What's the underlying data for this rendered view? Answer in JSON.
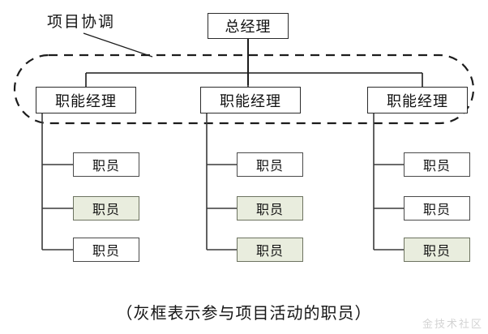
{
  "diagram": {
    "title_text": "项目协调",
    "caption": "（灰框表示参与项目活动的职员）",
    "watermark": "金技术社区",
    "colors": {
      "line": "#2b2b2b",
      "box_border": "#4a4a4a",
      "highlight_fill": "#e9edde",
      "highlight_border": "#6d7360",
      "background": "#ffffff"
    },
    "enclosure": {
      "name": "project-coordination-boundary",
      "style": "dashed-rounded-ellipse",
      "label": "项目协调"
    },
    "top_node": {
      "label": "总经理"
    },
    "columns": [
      {
        "manager": "职能经理",
        "staff": [
          {
            "label": "职员",
            "highlighted": false
          },
          {
            "label": "职员",
            "highlighted": true
          },
          {
            "label": "职员",
            "highlighted": false
          }
        ]
      },
      {
        "manager": "职能经理",
        "staff": [
          {
            "label": "职员",
            "highlighted": false
          },
          {
            "label": "职员",
            "highlighted": true
          },
          {
            "label": "职员",
            "highlighted": true
          }
        ]
      },
      {
        "manager": "职能经理",
        "staff": [
          {
            "label": "职员",
            "highlighted": false
          },
          {
            "label": "职员",
            "highlighted": false
          },
          {
            "label": "职员",
            "highlighted": true
          }
        ]
      }
    ]
  }
}
